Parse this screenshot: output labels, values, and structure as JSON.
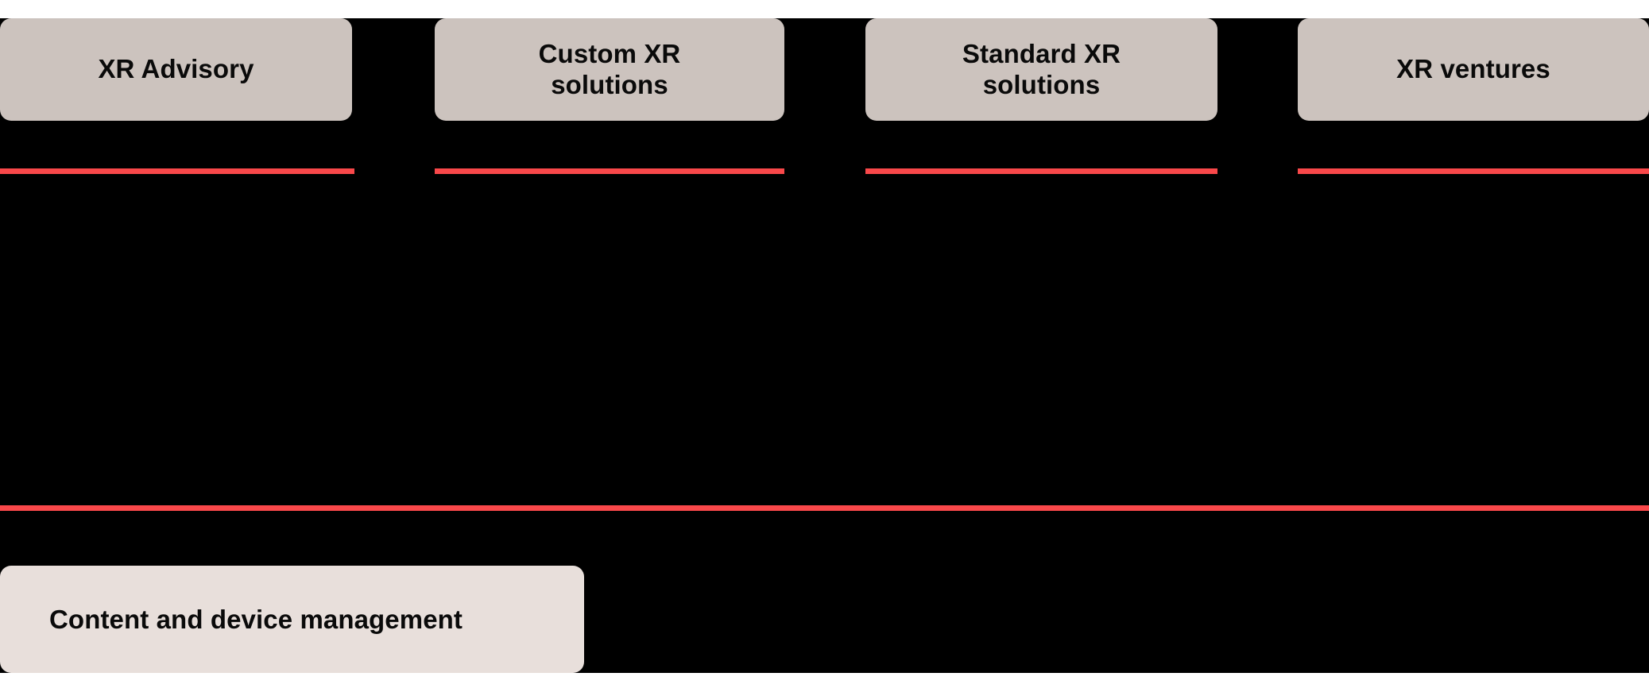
{
  "diagram": {
    "background_color": "#000000",
    "page_background": "#ffffff",
    "accent_color": "#f9484a",
    "pillar_color": "#ccc3be",
    "foundation_color": "#e8dfdb",
    "text_color": "#0a0a0a",
    "pillars": [
      {
        "label": "XR Advisory"
      },
      {
        "label": "Custom XR\nsolutions"
      },
      {
        "label": "Standard XR\nsolutions"
      },
      {
        "label": "XR ventures"
      }
    ],
    "foundation": {
      "label": "Content and device management"
    }
  }
}
